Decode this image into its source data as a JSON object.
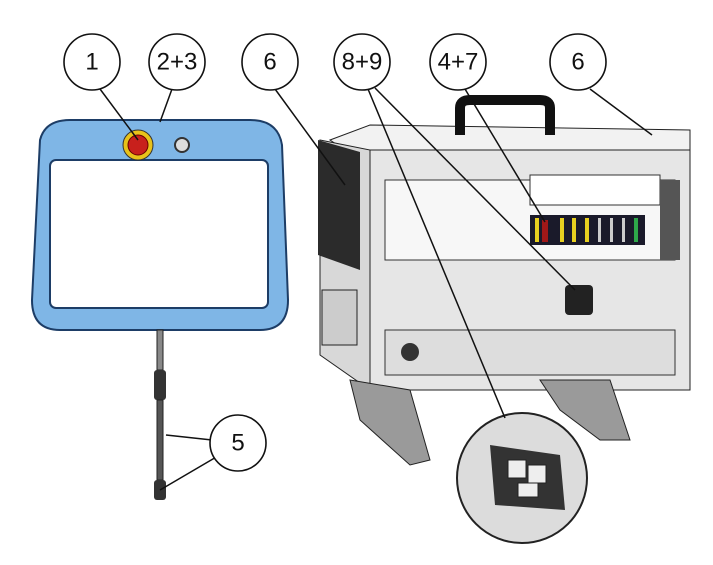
{
  "title": "Robot control box and teach pendant overview",
  "callouts": [
    {
      "id": "c1",
      "label": "1"
    },
    {
      "id": "c2",
      "label": "2+3"
    },
    {
      "id": "c3",
      "label": "6"
    },
    {
      "id": "c4",
      "label": "8+9"
    },
    {
      "id": "c5",
      "label": "4+7"
    },
    {
      "id": "c6",
      "label": "6"
    },
    {
      "id": "c7",
      "label": "5"
    }
  ],
  "colors": {
    "pendant_frame": "#7fb6e6",
    "estop": "#c8201c",
    "estop_ring": "#e8c21a",
    "box": "#e4e4e4"
  }
}
